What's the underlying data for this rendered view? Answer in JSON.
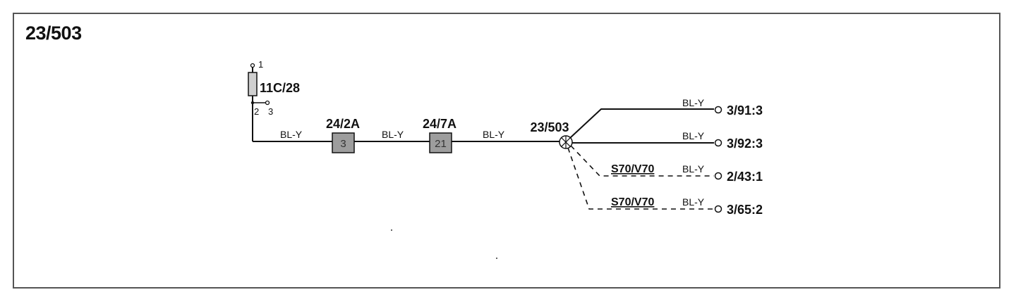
{
  "title": "23/503",
  "fuse": {
    "label": "11C/28",
    "pin_in": "1",
    "pin_out_a": "2",
    "pin_out_b": "3"
  },
  "connectors": [
    {
      "label": "24/2A",
      "pin": "3"
    },
    {
      "label": "24/7A",
      "pin": "21"
    }
  ],
  "splice": {
    "label": "23/503"
  },
  "wire_color": "BL-Y",
  "branches": [
    {
      "variant": "",
      "wire": "BL-Y",
      "terminal": "3/91:3"
    },
    {
      "variant": "",
      "wire": "BL-Y",
      "terminal": "3/92:3"
    },
    {
      "variant": "S70/V70",
      "wire": "BL-Y",
      "terminal": "2/43:1"
    },
    {
      "variant": "S70/V70",
      "wire": "BL-Y",
      "terminal": "3/65:2"
    }
  ]
}
